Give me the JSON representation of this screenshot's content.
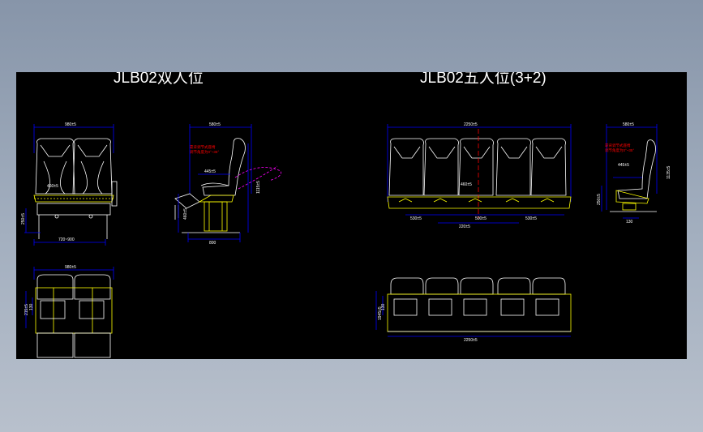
{
  "titles": {
    "left": "JLB02双人位",
    "right": "JLB02五人位(3+2)"
  },
  "dims": {
    "two_seat_width": "980±5",
    "two_seat_pitch": "720~900",
    "two_seat_leg": "250±5",
    "two_seat_depth_top": "980±5",
    "two_seat_plan_depth": "215±5",
    "two_seat_plan_inner": "130",
    "side_depth": "580±5",
    "side_height": "1115±5",
    "side_recline": "445±5",
    "side_floor": "460±5",
    "side_base": "800",
    "five_seat_width": "2250±5",
    "five_seat_sub_a": "530±5",
    "five_seat_sub_b": "500±5",
    "five_seat_sub_c": "530±5",
    "five_seat_under": "220±5",
    "five_seat_back": "460±5",
    "five_plan_depth": "1945±5",
    "five_plan_inner": "130",
    "five_plan_width": "2250±5",
    "five_side_depth": "580±5",
    "five_side_height": "1135±5",
    "five_side_recline": "445±5",
    "five_side_floor": "250±5",
    "five_side_base": "130",
    "left_back_label": "460±5"
  },
  "notes": {
    "red_note_1a": "靠背调节式座椅",
    "red_note_1b": "调节角度为0°~35°",
    "red_note_2a": "靠背调节式座椅",
    "red_note_2b": "调节角度为0°~35°"
  },
  "colors": {
    "background": "#000000",
    "line": "#ffffff",
    "dimension": "#0000ff",
    "highlight": "#ffff00",
    "annotation": "#ff0000",
    "phantom": "#ff00ff"
  }
}
